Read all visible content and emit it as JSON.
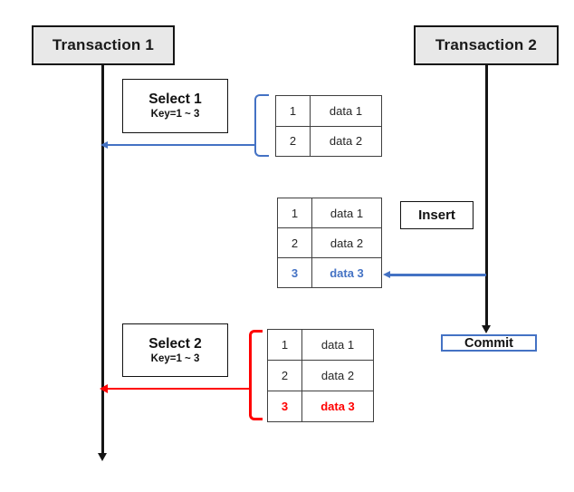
{
  "colors": {
    "accent_blue": "#4472C4",
    "accent_red": "#FF0000",
    "timeline_black": "#151515",
    "box_fill_gray": "#E8E8E8",
    "table_border": "#3F3F3F"
  },
  "transactions": {
    "t1": {
      "label": "Transaction 1"
    },
    "t2": {
      "label": "Transaction 2"
    }
  },
  "operations": {
    "select1": {
      "title": "Select 1",
      "condition": "Key=1 ~ 3"
    },
    "insert": {
      "label": "Insert"
    },
    "commit": {
      "label": "Commit"
    },
    "select2": {
      "title": "Select 2",
      "condition": "Key=1 ~ 3"
    }
  },
  "tables": {
    "select1_result": {
      "rows": [
        {
          "key": "1",
          "value": "data 1"
        },
        {
          "key": "2",
          "value": "data 2"
        }
      ]
    },
    "after_insert": {
      "rows": [
        {
          "key": "1",
          "value": "data 1"
        },
        {
          "key": "2",
          "value": "data 2"
        },
        {
          "key": "3",
          "value": "data 3"
        }
      ],
      "highlighted_row_key": "3",
      "highlight_color": "blue"
    },
    "select2_result": {
      "rows": [
        {
          "key": "1",
          "value": "data 1"
        },
        {
          "key": "2",
          "value": "data 2"
        },
        {
          "key": "3",
          "value": "data 3"
        }
      ],
      "highlighted_row_key": "3",
      "highlight_color": "red"
    }
  }
}
